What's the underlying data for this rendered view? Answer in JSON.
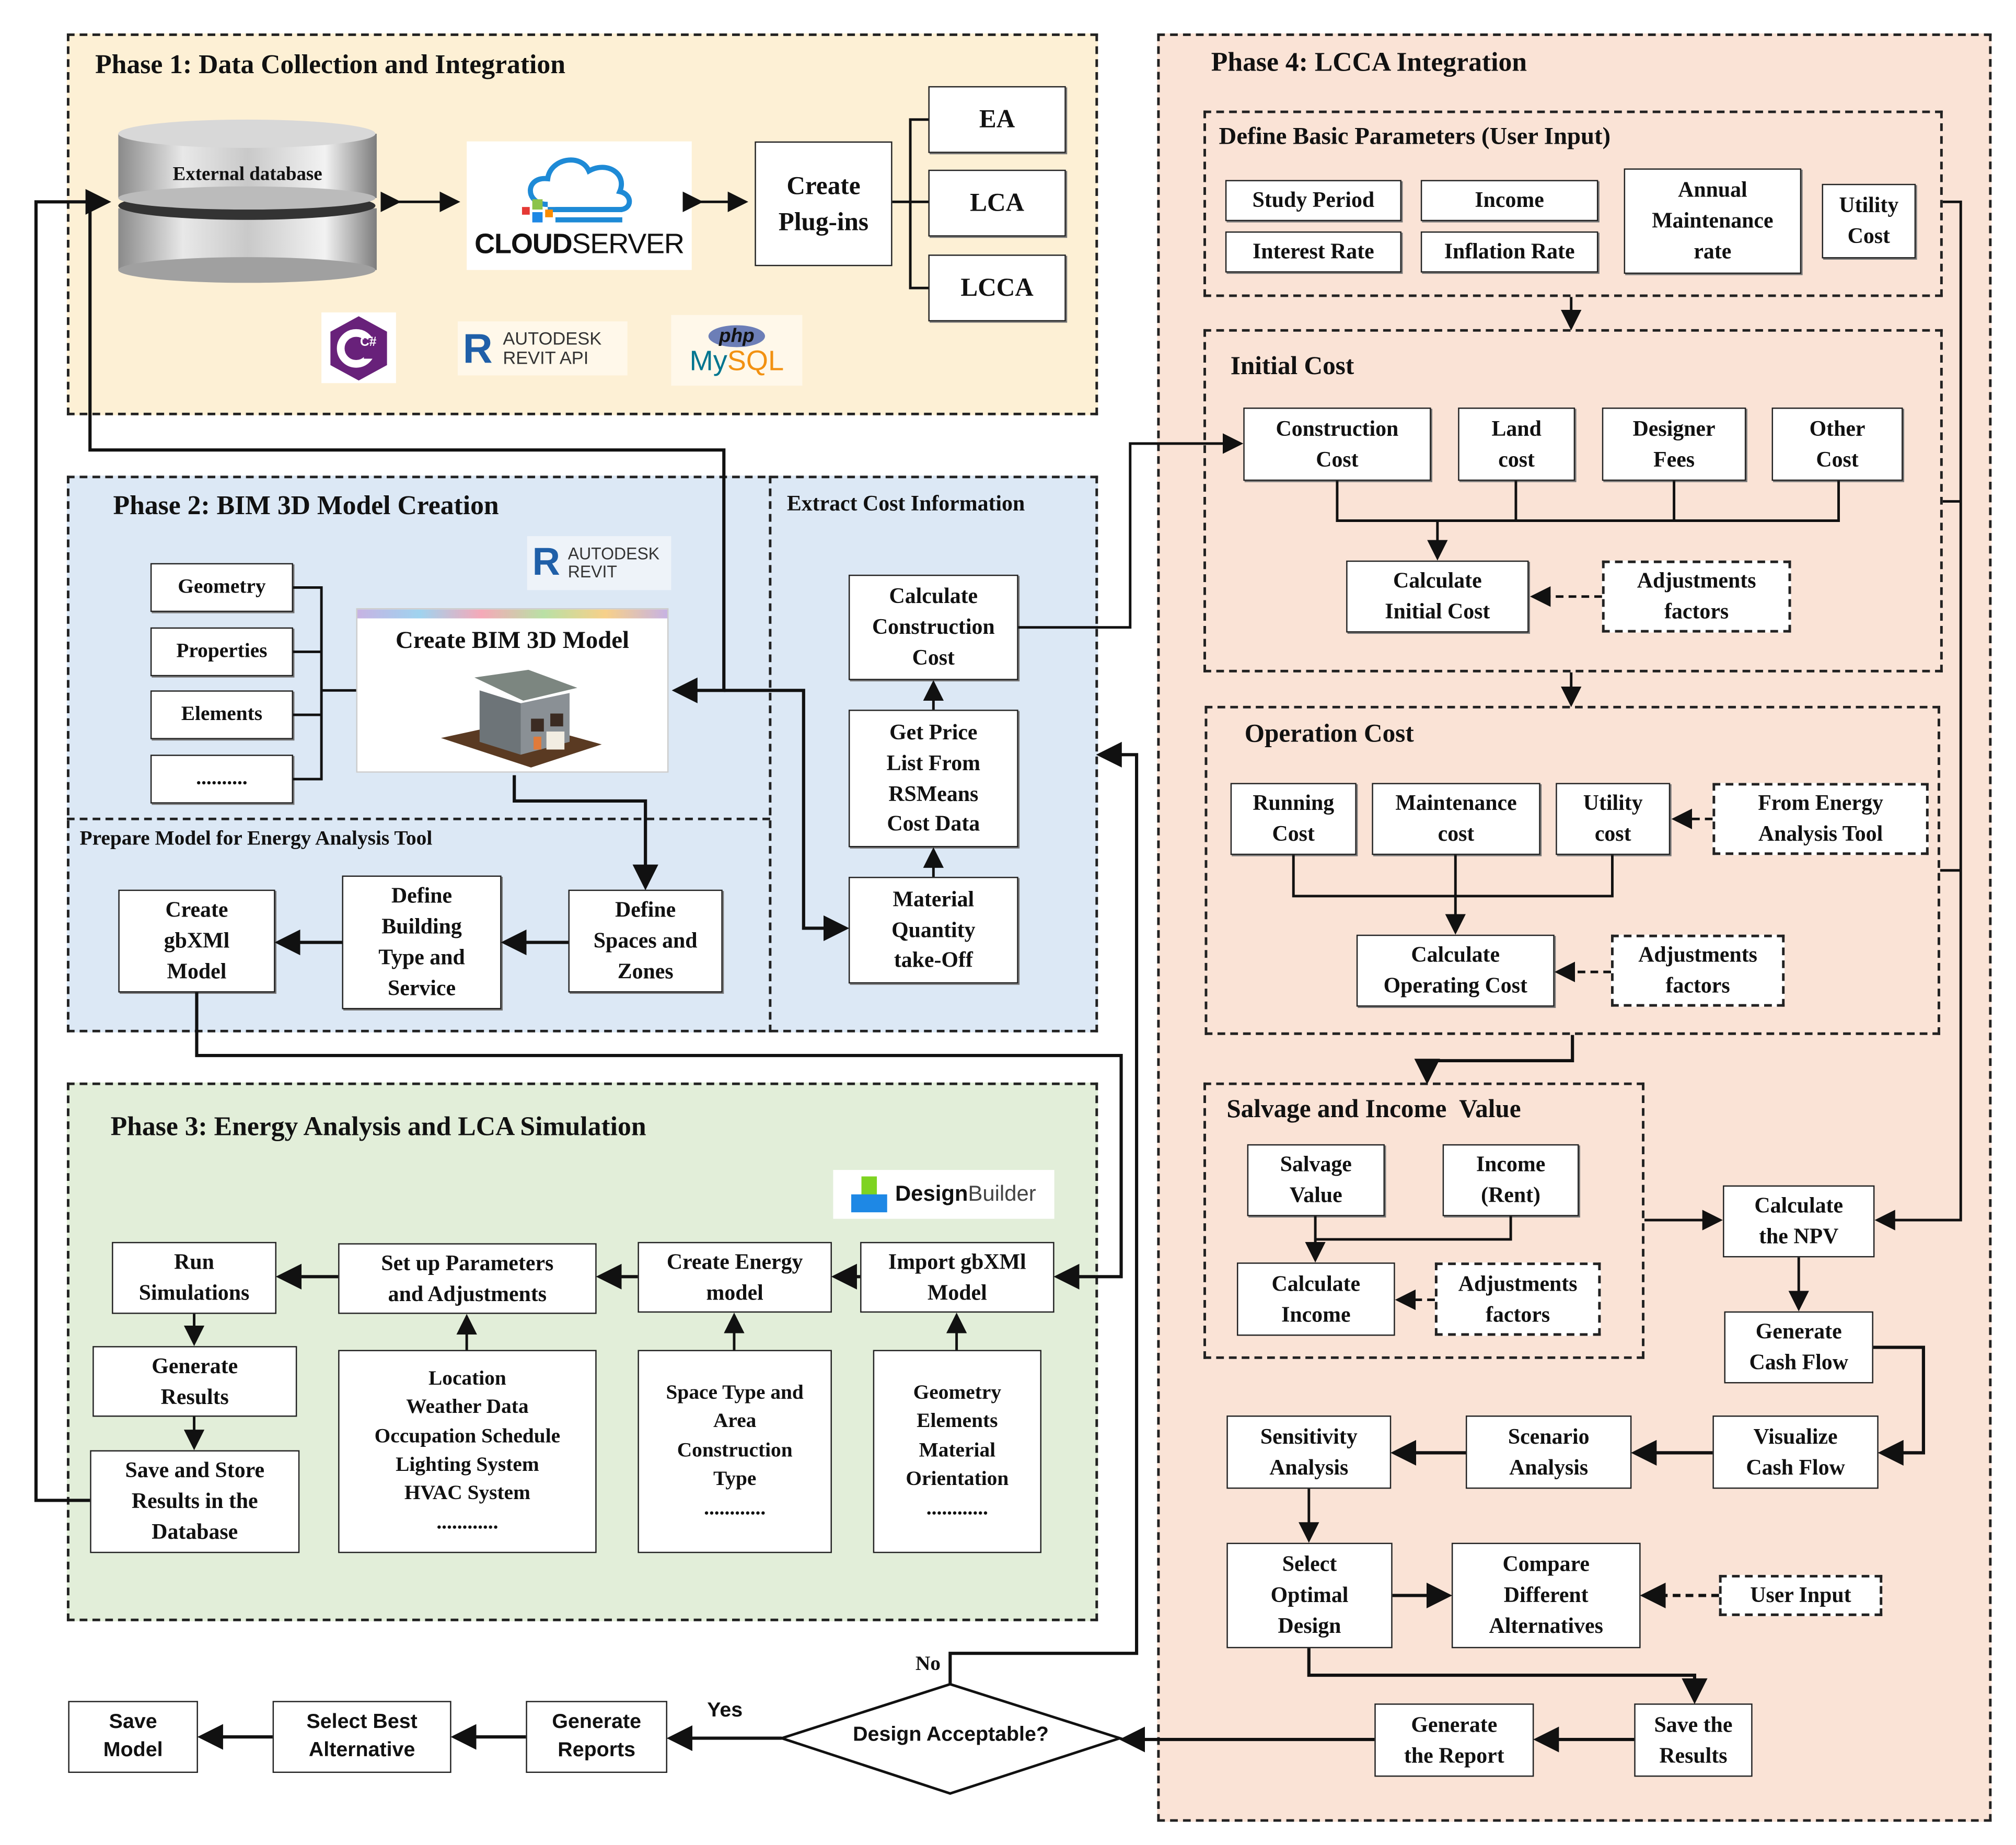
{
  "colors": {
    "phase1_bg": "#fdf0d5",
    "phase2_bg": "#dce8f5",
    "phase3_bg": "#e2eed9",
    "phase4_bg": "#fae3d6",
    "line": "#111111"
  },
  "phase1": {
    "title": "Phase 1: Data Collection and Integration",
    "database_label": "External database",
    "cloud_logo_bold": "CLOUD",
    "cloud_logo_light": "SERVER",
    "create_plugins": "Create\nPlug-ins",
    "plugins": [
      "EA",
      "LCA",
      "LCCA"
    ],
    "logos": {
      "csharp": "C#",
      "revit_api_line1": "AUTODESK",
      "revit_api_line2": "REVIT API",
      "php": "php",
      "mysql_my": "My",
      "mysql_sql": "SQL"
    }
  },
  "phase2": {
    "title": "Phase 2: BIM 3D Model Creation",
    "revit_logo_line1": "AUTODESK",
    "revit_logo_line2": "REVIT",
    "inputs": [
      "Geometry",
      "Properties",
      "Elements",
      ".........."
    ],
    "model_label": "Create BIM 3D Model",
    "extract_title": "Extract Cost Information",
    "cost_steps": [
      "Calculate\nConstruction\nCost",
      "Get Price\nList From\nRSMeans\nCost Data",
      "Material\nQuantity\ntake-Off"
    ],
    "prepare_title": "Prepare Model for Energy Analysis Tool",
    "prepare_steps": [
      "Create\ngbXMl\nModel",
      "Define\nBuilding\nType and\nService",
      "Define\nSpaces and\nZones"
    ]
  },
  "phase3": {
    "title": "Phase 3: Energy Analysis and LCA Simulation",
    "designbuilder_bold": "Design",
    "designbuilder_light": "Builder",
    "row1": [
      "Run\nSimulations",
      "Set up Parameters\nand Adjustments",
      "Create Energy\nmodel",
      "Import gbXMl\nModel"
    ],
    "generate_results": "Generate\nResults",
    "save_store": "Save and Store\nResults in the\nDatabase",
    "params_list": "Location\nWeather Data\nOccupation Schedule\nLighting System\nHVAC System\n............",
    "space_list": "Space Type and\nArea\nConstruction\nType\n............",
    "geometry_list": "Geometry\nElements\nMaterial\nOrientation\n............"
  },
  "phase4": {
    "title": "Phase 4: LCCA Integration",
    "basic_params": {
      "title": "Define Basic Parameters (User Input)",
      "items": [
        "Study Period",
        "Income",
        "Annual\nMaintenance\nrate",
        "Utility\nCost",
        "Interest Rate",
        "Inflation Rate"
      ]
    },
    "initial_cost": {
      "title": "Initial Cost",
      "items": [
        "Construction\nCost",
        "Land\ncost",
        "Designer\nFees",
        "Other\nCost"
      ],
      "calc": "Calculate\nInitial Cost",
      "adjust": "Adjustments\nfactors"
    },
    "operation_cost": {
      "title": "Operation Cost",
      "items": [
        "Running\nCost",
        "Maintenance\ncost",
        "Utility\ncost"
      ],
      "energy_source": "From Energy\nAnalysis Tool",
      "calc": "Calculate\nOperating Cost",
      "adjust": "Adjustments\nfactors"
    },
    "salvage": {
      "title": "Salvage and Income  Value",
      "items": [
        "Salvage\nValue",
        "Income\n(Rent)"
      ],
      "calc": "Calculate\nIncome",
      "adjust": "Adjustments\nfactors"
    },
    "npv": "Calculate\nthe NPV",
    "cash_flow": "Generate\nCash Flow",
    "visualize": "Visualize\nCash Flow",
    "scenario": "Scenario\nAnalysis",
    "sensitivity": "Sensitivity\nAnalysis",
    "select_optimal": "Select\nOptimal\nDesign",
    "compare": "Compare\nDifferent\nAlternatives",
    "user_input": "User Input",
    "save_results": "Save the\nResults",
    "generate_report": "Generate\nthe Report"
  },
  "decision": {
    "question": "Design Acceptable?",
    "yes": "Yes",
    "no": "No",
    "outcomes": [
      "Generate\nReports",
      "Select Best\nAlternative",
      "Save\nModel"
    ]
  }
}
